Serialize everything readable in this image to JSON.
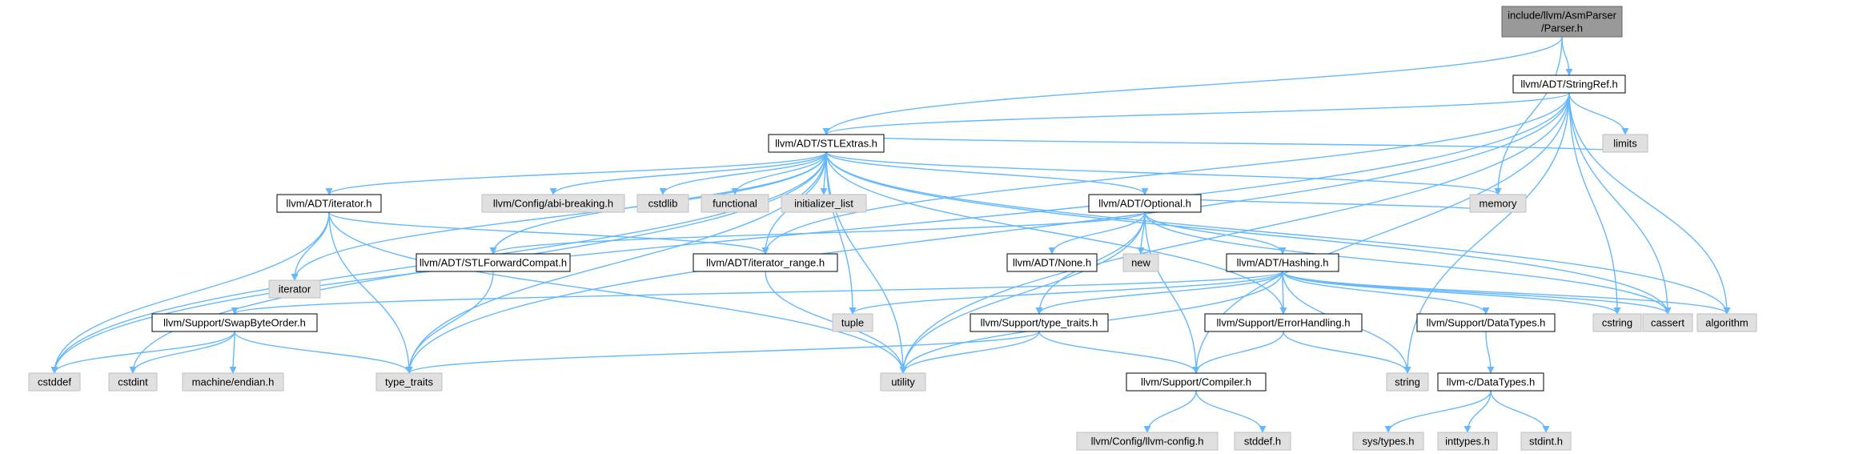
{
  "colors": {
    "edge": "#63b8ff",
    "root_fill": "#999999",
    "root_stroke": "#666666",
    "header_fill": "#ffffff",
    "header_stroke": "#000000",
    "system_fill": "#e0e0e0",
    "system_stroke": "#bfbfbf"
  },
  "nodes": [
    {
      "id": "root",
      "lines": [
        "include/llvm/AsmParser",
        "/Parser.h"
      ],
      "kind": "root"
    },
    {
      "id": "stringref",
      "lines": [
        "llvm/ADT/StringRef.h"
      ],
      "kind": "header"
    },
    {
      "id": "stlextras",
      "lines": [
        "llvm/ADT/STLExtras.h"
      ],
      "kind": "header"
    },
    {
      "id": "adt_iterator",
      "lines": [
        "llvm/ADT/iterator.h"
      ],
      "kind": "header"
    },
    {
      "id": "abi_breaking",
      "lines": [
        "llvm/Config/abi-breaking.h"
      ],
      "kind": "system"
    },
    {
      "id": "cstdlib",
      "lines": [
        "cstdlib"
      ],
      "kind": "system"
    },
    {
      "id": "functional",
      "lines": [
        "functional"
      ],
      "kind": "system"
    },
    {
      "id": "initializer_list",
      "lines": [
        "initializer_list"
      ],
      "kind": "system"
    },
    {
      "id": "optional",
      "lines": [
        "llvm/ADT/Optional.h"
      ],
      "kind": "header"
    },
    {
      "id": "limits",
      "lines": [
        "limits"
      ],
      "kind": "system"
    },
    {
      "id": "iterator",
      "lines": [
        "iterator"
      ],
      "kind": "system"
    },
    {
      "id": "stlforwardcompat",
      "lines": [
        "llvm/ADT/STLForwardCompat.h"
      ],
      "kind": "header"
    },
    {
      "id": "iterator_range",
      "lines": [
        "llvm/ADT/iterator_range.h"
      ],
      "kind": "header"
    },
    {
      "id": "none",
      "lines": [
        "llvm/ADT/None.h"
      ],
      "kind": "header"
    },
    {
      "id": "new",
      "lines": [
        "new"
      ],
      "kind": "system"
    },
    {
      "id": "memory",
      "lines": [
        "memory"
      ],
      "kind": "system"
    },
    {
      "id": "hashing",
      "lines": [
        "llvm/ADT/Hashing.h"
      ],
      "kind": "header"
    },
    {
      "id": "swapbyteorder",
      "lines": [
        "llvm/Support/SwapByteOrder.h"
      ],
      "kind": "header"
    },
    {
      "id": "tuple",
      "lines": [
        "tuple"
      ],
      "kind": "system"
    },
    {
      "id": "type_traits_h",
      "lines": [
        "llvm/Support/type_traits.h"
      ],
      "kind": "header"
    },
    {
      "id": "errorhandling",
      "lines": [
        "llvm/Support/ErrorHandling.h"
      ],
      "kind": "header"
    },
    {
      "id": "datatypes",
      "lines": [
        "llvm/Support/DataTypes.h"
      ],
      "kind": "header"
    },
    {
      "id": "cstring",
      "lines": [
        "cstring"
      ],
      "kind": "system"
    },
    {
      "id": "cassert",
      "lines": [
        "cassert"
      ],
      "kind": "system"
    },
    {
      "id": "algorithm",
      "lines": [
        "algorithm"
      ],
      "kind": "system"
    },
    {
      "id": "cstddef",
      "lines": [
        "cstddef"
      ],
      "kind": "system"
    },
    {
      "id": "cstdint",
      "lines": [
        "cstdint"
      ],
      "kind": "system"
    },
    {
      "id": "endian",
      "lines": [
        "machine/endian.h"
      ],
      "kind": "system"
    },
    {
      "id": "type_traits",
      "lines": [
        "type_traits"
      ],
      "kind": "system"
    },
    {
      "id": "utility",
      "lines": [
        "utility"
      ],
      "kind": "system"
    },
    {
      "id": "compiler",
      "lines": [
        "llvm/Support/Compiler.h"
      ],
      "kind": "header"
    },
    {
      "id": "string",
      "lines": [
        "string"
      ],
      "kind": "system"
    },
    {
      "id": "c_datatypes",
      "lines": [
        "llvm-c/DataTypes.h"
      ],
      "kind": "header"
    },
    {
      "id": "llvm_config",
      "lines": [
        "llvm/Config/llvm-config.h"
      ],
      "kind": "system"
    },
    {
      "id": "stddef_h",
      "lines": [
        "stddef.h"
      ],
      "kind": "system"
    },
    {
      "id": "sys_types",
      "lines": [
        "sys/types.h"
      ],
      "kind": "system"
    },
    {
      "id": "inttypes",
      "lines": [
        "inttypes.h"
      ],
      "kind": "system"
    },
    {
      "id": "stdint_h",
      "lines": [
        "stdint.h"
      ],
      "kind": "system"
    }
  ],
  "edges": [
    [
      "root",
      "stringref"
    ],
    [
      "root",
      "stlextras"
    ],
    [
      "root",
      "memory"
    ],
    [
      "stringref",
      "stlextras"
    ],
    [
      "stringref",
      "iterator_range"
    ],
    [
      "stringref",
      "compiler"
    ],
    [
      "stringref",
      "algorithm"
    ],
    [
      "stringref",
      "cassert"
    ],
    [
      "stringref",
      "cstddef"
    ],
    [
      "stringref",
      "cstring"
    ],
    [
      "stringref",
      "limits"
    ],
    [
      "stringref",
      "string"
    ],
    [
      "stringref",
      "type_traits"
    ],
    [
      "stringref",
      "utility"
    ],
    [
      "stlextras",
      "adt_iterator"
    ],
    [
      "stlextras",
      "abi_breaking"
    ],
    [
      "stlextras",
      "cstdlib"
    ],
    [
      "stlextras",
      "functional"
    ],
    [
      "stlextras",
      "initializer_list"
    ],
    [
      "stlextras",
      "optional"
    ],
    [
      "stlextras",
      "limits"
    ],
    [
      "stlextras",
      "iterator"
    ],
    [
      "stlextras",
      "stlforwardcompat"
    ],
    [
      "stlextras",
      "iterator_range"
    ],
    [
      "stlextras",
      "memory"
    ],
    [
      "stlextras",
      "errorhandling"
    ],
    [
      "stlextras",
      "cassert"
    ],
    [
      "stlextras",
      "algorithm"
    ],
    [
      "stlextras",
      "cstddef"
    ],
    [
      "stlextras",
      "cstdint"
    ],
    [
      "stlextras",
      "type_traits"
    ],
    [
      "stlextras",
      "utility"
    ],
    [
      "stlextras",
      "tuple"
    ],
    [
      "adt_iterator",
      "iterator"
    ],
    [
      "adt_iterator",
      "iterator_range"
    ],
    [
      "adt_iterator",
      "cstddef"
    ],
    [
      "adt_iterator",
      "type_traits"
    ],
    [
      "adt_iterator",
      "utility"
    ],
    [
      "optional",
      "none"
    ],
    [
      "optional",
      "new"
    ],
    [
      "optional",
      "memory"
    ],
    [
      "optional",
      "hashing"
    ],
    [
      "optional",
      "stlforwardcompat"
    ],
    [
      "optional",
      "type_traits_h"
    ],
    [
      "optional",
      "compiler"
    ],
    [
      "optional",
      "cassert"
    ],
    [
      "optional",
      "utility"
    ],
    [
      "stlforwardcompat",
      "type_traits"
    ],
    [
      "iterator_range",
      "utility"
    ],
    [
      "hashing",
      "swapbyteorder"
    ],
    [
      "hashing",
      "tuple"
    ],
    [
      "hashing",
      "type_traits_h"
    ],
    [
      "hashing",
      "errorhandling"
    ],
    [
      "hashing",
      "datatypes"
    ],
    [
      "hashing",
      "cstring"
    ],
    [
      "hashing",
      "cassert"
    ],
    [
      "hashing",
      "algorithm"
    ],
    [
      "hashing",
      "string"
    ],
    [
      "hashing",
      "utility"
    ],
    [
      "swapbyteorder",
      "cstddef"
    ],
    [
      "swapbyteorder",
      "cstdint"
    ],
    [
      "swapbyteorder",
      "endian"
    ],
    [
      "swapbyteorder",
      "type_traits"
    ],
    [
      "type_traits_h",
      "compiler"
    ],
    [
      "type_traits_h",
      "type_traits"
    ],
    [
      "type_traits_h",
      "utility"
    ],
    [
      "errorhandling",
      "compiler"
    ],
    [
      "errorhandling",
      "string"
    ],
    [
      "datatypes",
      "c_datatypes"
    ],
    [
      "compiler",
      "llvm_config"
    ],
    [
      "compiler",
      "stddef_h"
    ],
    [
      "c_datatypes",
      "sys_types"
    ],
    [
      "c_datatypes",
      "inttypes"
    ],
    [
      "c_datatypes",
      "stdint_h"
    ]
  ]
}
